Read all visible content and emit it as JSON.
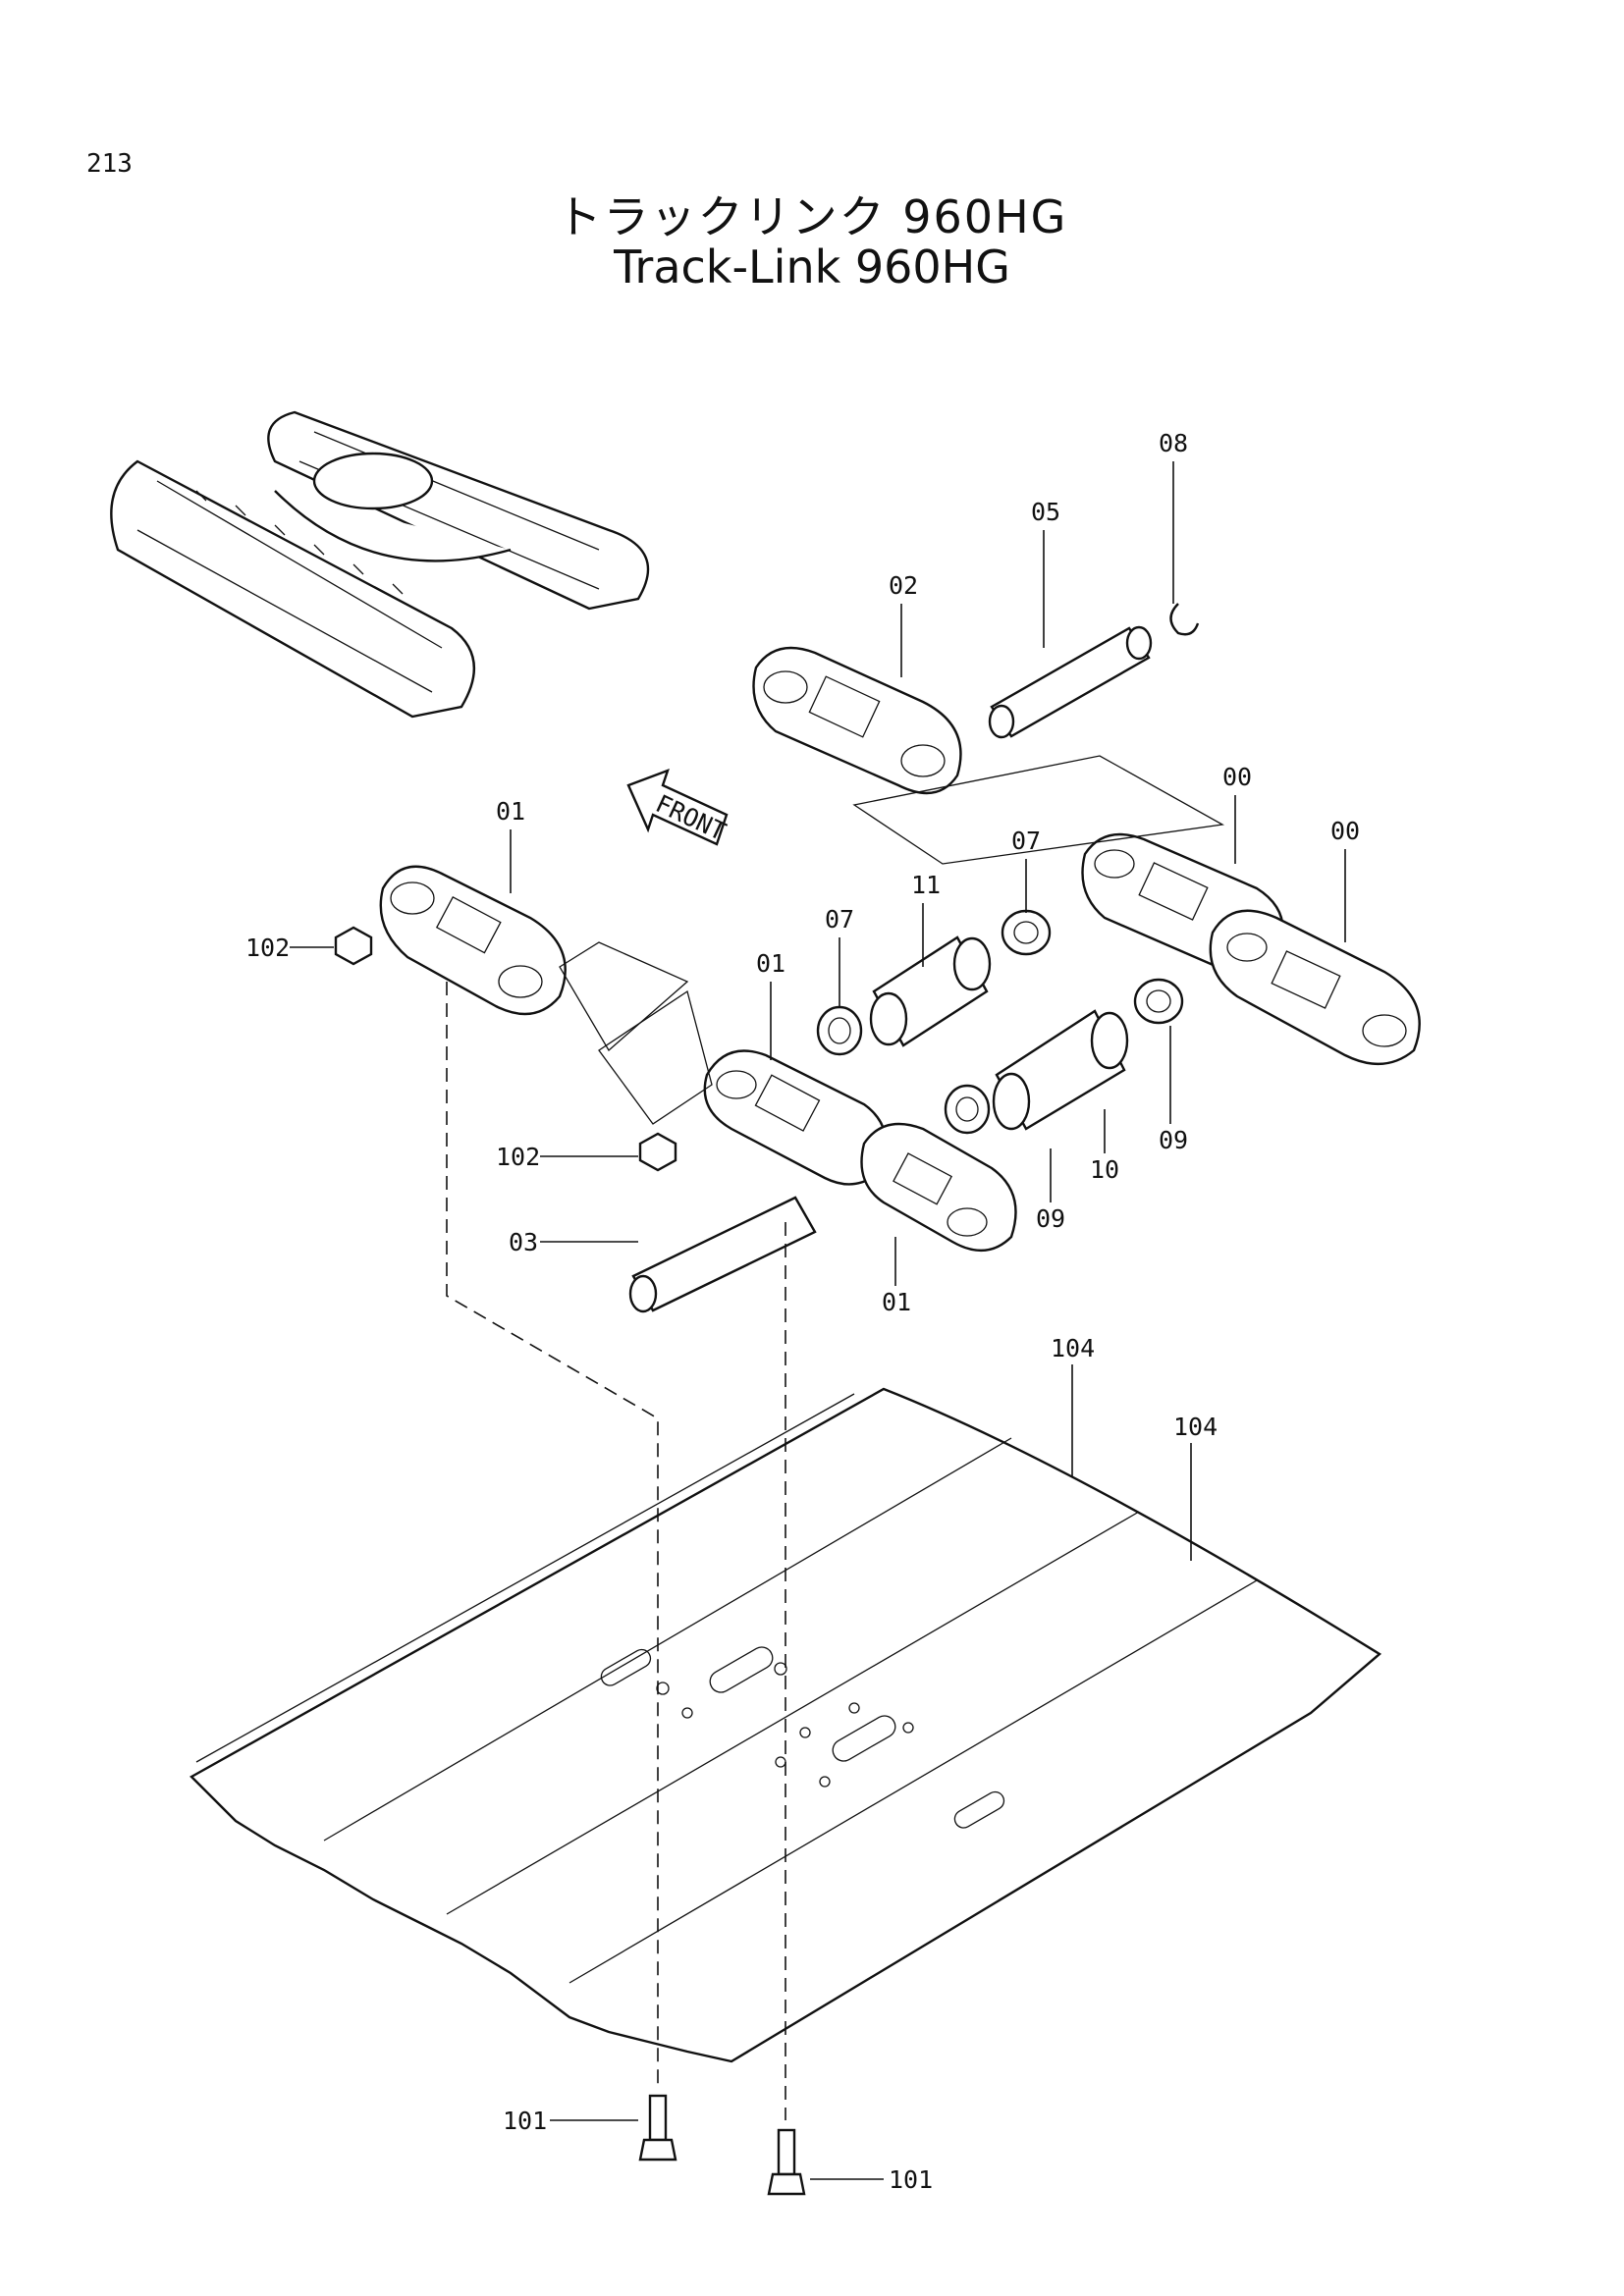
{
  "page": {
    "number": "213"
  },
  "title": {
    "japanese": "トラックリンク 960HG",
    "english": "Track-Link 960HG"
  },
  "front_arrow": {
    "label": "FRONT"
  },
  "callouts": {
    "c08": "08",
    "c05": "05",
    "c02": "02",
    "c01a": "01",
    "c00a": "00",
    "c00b": "00",
    "c07a": "07",
    "c11": "11",
    "c07b": "07",
    "c01b": "01",
    "c102a": "102",
    "c102b": "102",
    "c09a": "09",
    "c10": "10",
    "c09b": "09",
    "c03": "03",
    "c01c": "01",
    "c104a": "104",
    "c104b": "104",
    "c101a": "101",
    "c101b": "101"
  }
}
